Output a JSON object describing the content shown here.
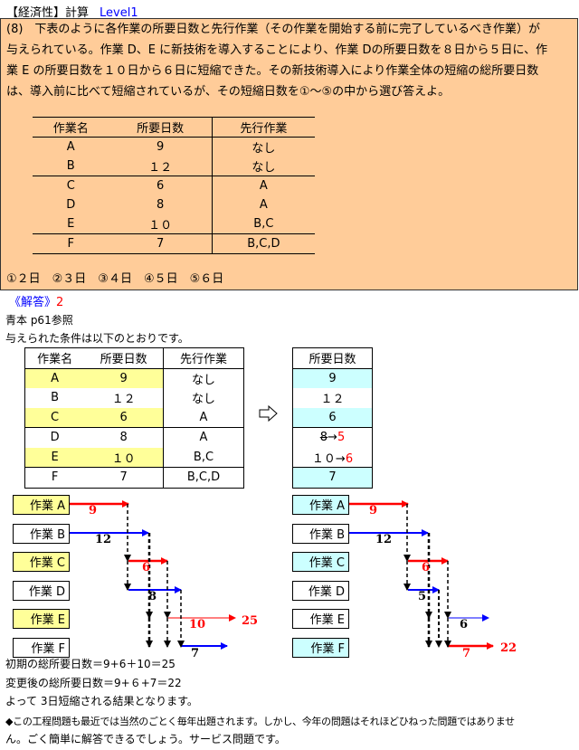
{
  "header": {
    "category": "【経済性】計算",
    "level": "Level1"
  },
  "question": {
    "lines": [
      "(8)　下表のように各作業の所要日数と先行作業（その作業を開始する前に完了しているべき作業）が",
      "与えられている。作業 D、E に新技術を導入することにより、作業 Dの所要日数を８日から５日に、作",
      "業 E の所要日数を１０日から６日に短縮できた。その新技術導入により作業全体の短縮の総所要日数",
      "は、導入前に比べて短縮されているが、その短縮日数を①～⑤の中から選び答えよ。"
    ],
    "table": {
      "headers": [
        "作業名",
        "所要日数",
        "先行作業"
      ],
      "rows": [
        [
          "A",
          "9",
          "なし"
        ],
        [
          "B",
          "１２",
          "なし"
        ],
        [
          "C",
          "6",
          "A"
        ],
        [
          "D",
          "8",
          "A"
        ],
        [
          "E",
          "１０",
          "B,C"
        ],
        [
          "F",
          "7",
          "B,C,D"
        ]
      ]
    },
    "choices": "①２日　②３日　③４日　④５日　⑤６日"
  },
  "answer": {
    "label": "《解答》",
    "value": "2",
    "ref": "青本 p61参照",
    "intro": "与えられた条件は以下のとおりです。",
    "table": {
      "headers": [
        "作業名",
        "所要日数",
        "先行作業"
      ],
      "rows": [
        [
          "A",
          "9",
          "なし"
        ],
        [
          "B",
          "１２",
          "なし"
        ],
        [
          "C",
          "6",
          "A"
        ],
        [
          "D",
          "8",
          "A"
        ],
        [
          "E",
          "１０",
          "B,C"
        ],
        [
          "F",
          "7",
          "B,C,D"
        ]
      ]
    },
    "after": {
      "header": "所要日数",
      "rows": [
        "9",
        "１２",
        "6"
      ],
      "d_old": "8",
      "d_new": "5",
      "e_old": "１０",
      "e_new": "6",
      "f": "7",
      "arrow": "→"
    }
  },
  "diagram": {
    "boxes": [
      "作業 A",
      "作業 B",
      "作業 C",
      "作業 D",
      "作業 E",
      "作業 F"
    ],
    "before": {
      "a": "9",
      "b": "12",
      "c": "6",
      "d": "8",
      "e": "10",
      "f": "7",
      "total": "25"
    },
    "after": {
      "a": "9",
      "b": "12",
      "c": "6",
      "d": "5",
      "e": "6",
      "f": "7",
      "total": "22"
    }
  },
  "explanation": [
    "初期の総所要日数＝9+6＋10＝25",
    "変更後の総所要日数＝9+６+7＝22",
    "よって 3日短縮される結果となります。",
    "◆この工程問題も最近では当然のごとく毎年出題されます。しかし、今年の問題はそれほどひねった問題ではありませ",
    "ん。ごく簡単に解答できるでしょう。サービス問題です。"
  ],
  "colors": {
    "question_bg": "#ffcc99",
    "highlight_yellow": "#ffff99",
    "highlight_cyan": "#ccffff"
  }
}
